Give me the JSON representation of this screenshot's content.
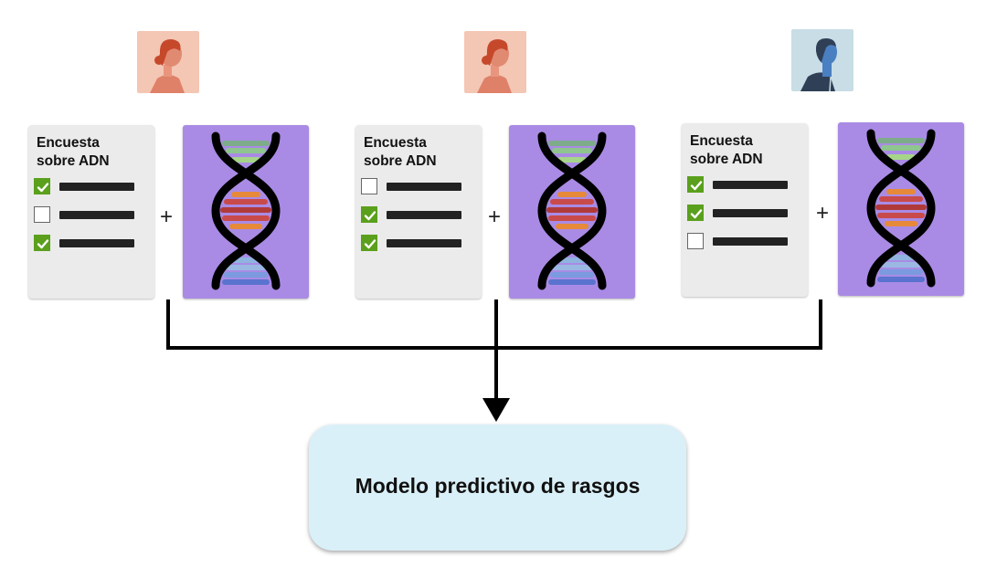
{
  "participants": [
    {
      "avatar": "woman-avatar-icon",
      "avatar_bg": "#f4c6b4",
      "survey": {
        "title_line1": "Encuesta",
        "title_line2": "sobre ADN",
        "answers": [
          true,
          false,
          true
        ]
      }
    },
    {
      "avatar": "woman-avatar-icon",
      "avatar_bg": "#f4c6b4",
      "survey": {
        "title_line1": "Encuesta",
        "title_line2": "sobre ADN",
        "answers": [
          false,
          true,
          true
        ]
      }
    },
    {
      "avatar": "man-avatar-icon",
      "avatar_bg": "#c8dde6",
      "survey": {
        "title_line1": "Encuesta",
        "title_line2": "sobre ADN",
        "answers": [
          true,
          true,
          false
        ]
      }
    }
  ],
  "plus_symbol": "+",
  "dna_icon": "dna-helix-icon",
  "colors": {
    "dna_card": "#a98be5",
    "survey_card": "#ebebeb",
    "check_green": "#5aa01c",
    "model_box": "#daf0f8"
  },
  "model": {
    "label": "Modelo predictivo de rasgos"
  }
}
